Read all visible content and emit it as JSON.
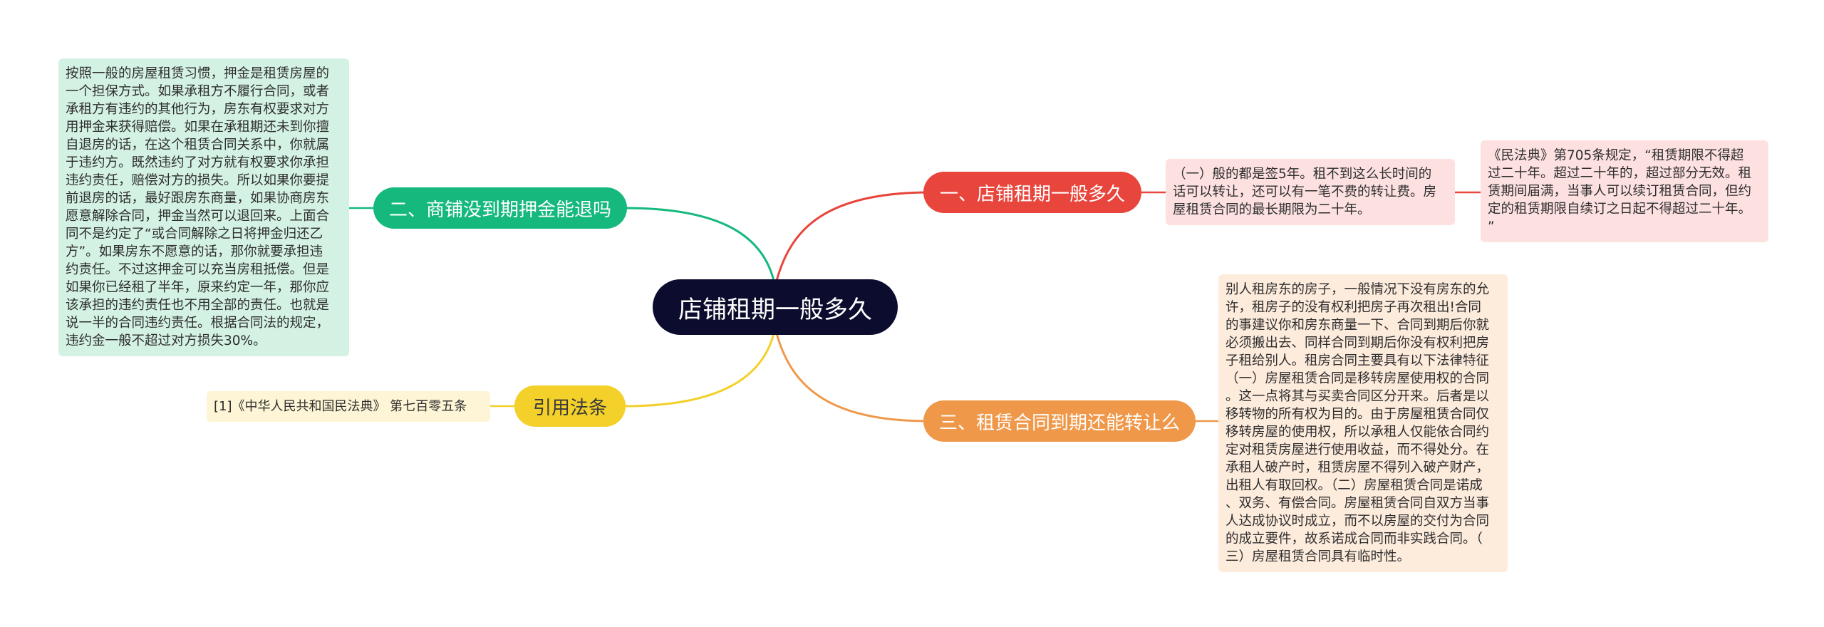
{
  "center": {
    "label": "店铺租期一般多久"
  },
  "branches": [
    {
      "label": "一、店铺租期一般多久",
      "color": "#e8453c"
    },
    {
      "label": "二、商铺没到期押金能退吗",
      "color": "#15b97d"
    },
    {
      "label": "三、租赁合同到期还能转让么",
      "color": "#f0984a"
    },
    {
      "label": "引用法条",
      "color": "#f3d02a"
    }
  ],
  "leaves": {
    "b1_detail": "（一）般的都是签5年。租不到这么长时间的\n话可以转让，还可以有一笔不费的转让费。房\n屋租赁合同的最长期限为二十年。",
    "b1_law": "《民法典》第705条规定，“租赁期限不得超\n过二十年。超过二十年的，超过部分无效。租\n赁期间届满，当事人可以续订租赁合同，但约\n定的租赁期限自续订之日起不得超过二十年。\n”",
    "b2_detail": "按照一般的房屋租赁习惯，押金是租赁房屋的\n一个担保方式。如果承租方不履行合同，或者\n承租方有违约的其他行为，房东有权要求对方\n用押金来获得赔偿。如果在承租期还未到你擅\n自退房的话，在这个租赁合同关系中，你就属\n于违约方。既然违约了对方就有权要求你承担\n违约责任，赔偿对方的损失。所以如果你要提\n前退房的话，最好跟房东商量，如果协商房东\n愿意解除合同，押金当然可以退回来。上面合\n同不是约定了“或合同解除之日将押金归还乙\n方”。如果房东不愿意的话，那你就要承担违\n约责任。不过这押金可以充当房租抵偿。但是\n如果你已经租了半年，原来约定一年，那你应\n该承担的违约责任也不用全部的责任。也就是\n说一半的合同违约责任。根据合同法的规定，\n违约金一般不超过对方损失30%。",
    "b3_detail": "别人租房东的房子，一般情况下没有房东的允\n许，租房子的没有权利把房子再次租出!合同\n的事建议你和房东商量一下、合同到期后你就\n必须搬出去、同样合同到期后你没有权利把房\n子租给别人。租房合同主要具有以下法律特征\n（一）房屋租赁合同是移转房屋使用权的合同\n。这一点将其与买卖合同区分开来。后者是以\n移转物的所有权为目的。由于房屋租赁合同仅\n移转房屋的使用权，所以承租人仅能依合同约\n定对租赁房屋进行使用收益，而不得处分。在\n承租人破产时，租赁房屋不得列入破产财产，\n出租人有取回权。（二）房屋租赁合同是诺成\n、双务、有偿合同。房屋租赁合同自双方当事\n人达成协议时成立，而不以房屋的交付为合同\n的成立要件，故系诺成合同而非实践合同。（\n三）房屋租赁合同具有临时性。",
    "b4_ref": "[1]《中华人民共和国民法典》 第七百零五条"
  }
}
